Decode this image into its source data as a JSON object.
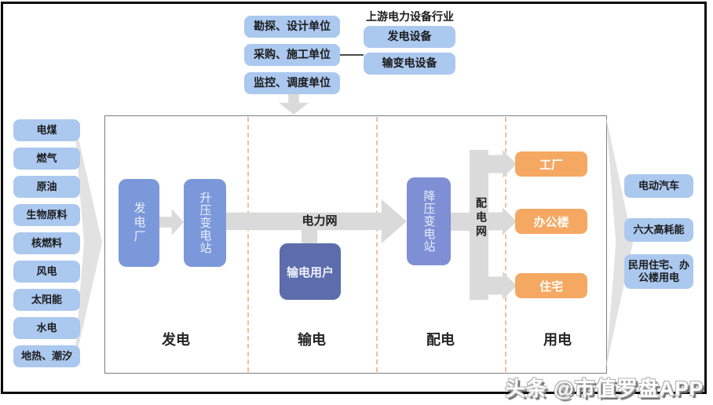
{
  "top_flow": {
    "units": [
      "勘探、设计单位",
      "采购、施工单位",
      "监控、调度单位"
    ],
    "equipment_title": "上游电力设备行业",
    "equipment": [
      "发电设备",
      "输变电设备"
    ]
  },
  "left_inputs": [
    "电煤",
    "燃气",
    "原油",
    "生物原料",
    "核燃料",
    "风电",
    "太阳能",
    "水电",
    "地热、潮汐"
  ],
  "main_flow": {
    "stages": [
      "发电",
      "输电",
      "配电",
      "用电"
    ],
    "power_plant": "发电厂",
    "step_up_station": "升压变电站",
    "grid_label": "电力网",
    "transmission_user": "输电用户",
    "step_down_station": "降压变电站",
    "distribution_label": "配电网",
    "consumers": [
      "工厂",
      "办公楼",
      "住宅"
    ]
  },
  "right_outputs": [
    "电动汽车",
    "六大高耗能",
    "民用住宅、办公楼用电"
  ],
  "watermark": "头条 @市值罗盘APP",
  "colors": {
    "light_blue": "#abc8ef",
    "medium_blue": "#7b99da",
    "periwinkle": "#7e8fd5",
    "slate_blue": "#5d6cab",
    "orange": "#f5a862",
    "arrow_gray": "#dadada",
    "dashed_divider": "#f0bf9f",
    "frame_black": "#0a0a0a"
  }
}
